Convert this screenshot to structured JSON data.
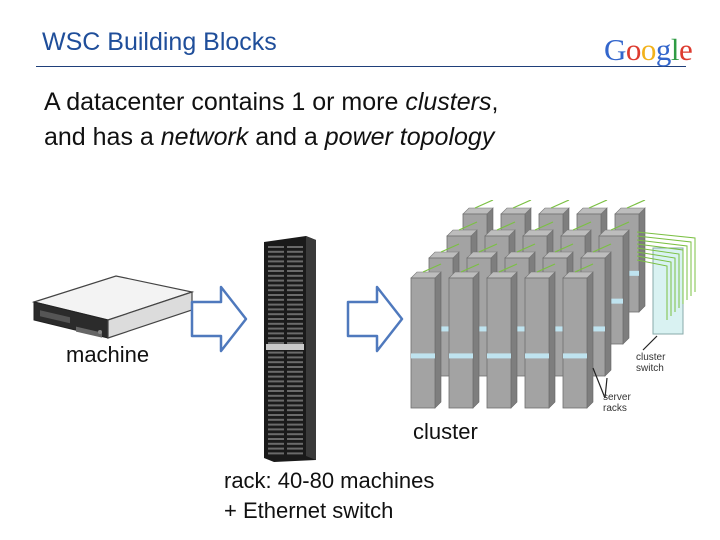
{
  "slide": {
    "title": "WSC Building Blocks",
    "logo_letters": [
      {
        "ch": "G",
        "color": "#3366cc"
      },
      {
        "ch": "o",
        "color": "#dd3b2f"
      },
      {
        "ch": "o",
        "color": "#f2b21b"
      },
      {
        "ch": "g",
        "color": "#3366cc"
      },
      {
        "ch": "l",
        "color": "#2f9b44"
      },
      {
        "ch": "e",
        "color": "#dd3b2f"
      }
    ],
    "body": {
      "line1": {
        "t1": "A datacenter contains 1 or more ",
        "t2": "clusters",
        "t3": ","
      },
      "line2": {
        "t1": "and has a ",
        "t2": "network",
        "t3": " and a ",
        "t4": "power topology"
      }
    },
    "labels": {
      "machine": "machine",
      "cluster": "cluster",
      "rack_line1": "rack: 40-80 machines",
      "rack_line2": "+ Ethernet switch"
    },
    "diagram": {
      "cluster_switch_line1": "cluster",
      "cluster_switch_line2": "switch",
      "server_racks_line1": "server",
      "server_racks_line2": "racks"
    }
  }
}
